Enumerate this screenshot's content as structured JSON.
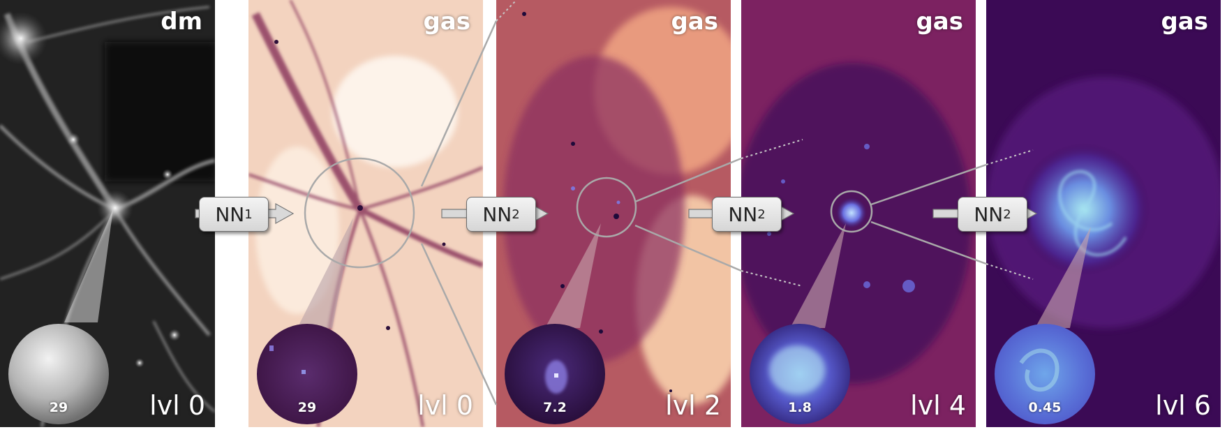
{
  "panels": [
    {
      "field": "dm",
      "level": "lvl 0",
      "zoom": "29"
    },
    {
      "field": "gas",
      "level": "lvl 0",
      "zoom": "29"
    },
    {
      "field": "gas",
      "level": "lvl 2",
      "zoom": "7.2"
    },
    {
      "field": "gas",
      "level": "lvl 4",
      "zoom": "1.8"
    },
    {
      "field": "gas",
      "level": "lvl 6",
      "zoom": "0.45"
    }
  ],
  "networks": [
    {
      "base": "NN",
      "sub": "1"
    },
    {
      "base": "NN",
      "sub": "2"
    },
    {
      "base": "NN",
      "sub": "2"
    },
    {
      "base": "NN",
      "sub": "2"
    }
  ],
  "colors": {
    "dm_base": "#1a1a1a",
    "gas0_base": "#f3d3bf",
    "gas2_base": "#b5555f",
    "gas4_base": "#7a1f55",
    "gas6_base": "#3b0a55"
  }
}
